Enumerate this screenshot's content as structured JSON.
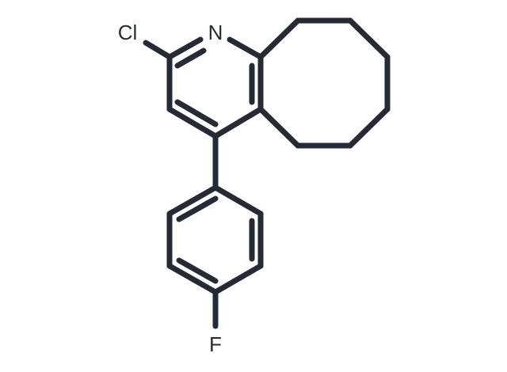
{
  "molecule": {
    "atom_labels": {
      "chlorine": "Cl",
      "nitrogen": "N",
      "fluorine": "F"
    },
    "colors": {
      "bond": "#262a35",
      "label": "#262a35",
      "background": "#ffffff"
    }
  }
}
